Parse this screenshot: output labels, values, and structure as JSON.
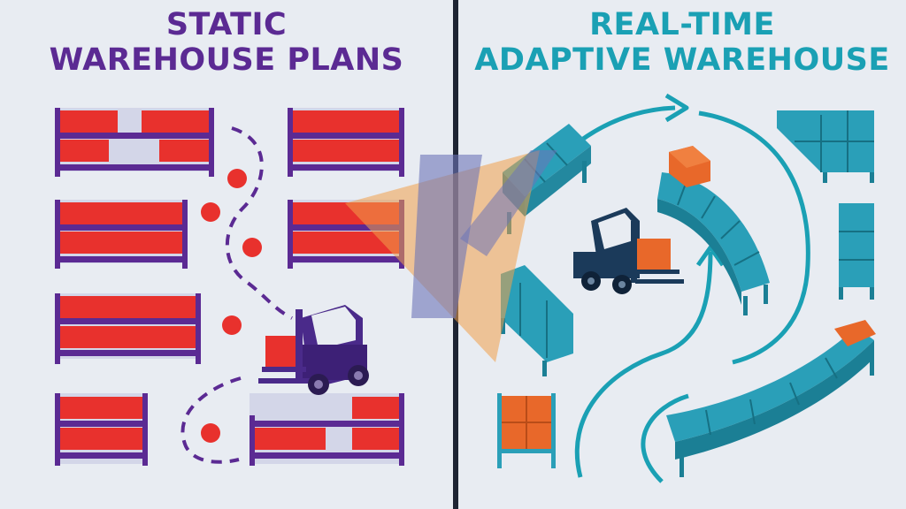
{
  "left_panel": {
    "title_line1": "STATIC",
    "title_line2": "WAREHOUSE PLANS",
    "title_color": "#5b2a93",
    "rack_color": "#e8312d",
    "frame_color": "#5b2a93",
    "icon": "forklift-icon"
  },
  "right_panel": {
    "title_line1": "REAL-TIME",
    "title_line2": "ADAPTIVE WAREHOUSE",
    "title_color": "#1aa0b4",
    "rack_color": "#2a9fb8",
    "box_color": "#e8682a",
    "icon": "forklift-icon"
  },
  "watermark": {
    "icon": "k-logo-watermark"
  }
}
